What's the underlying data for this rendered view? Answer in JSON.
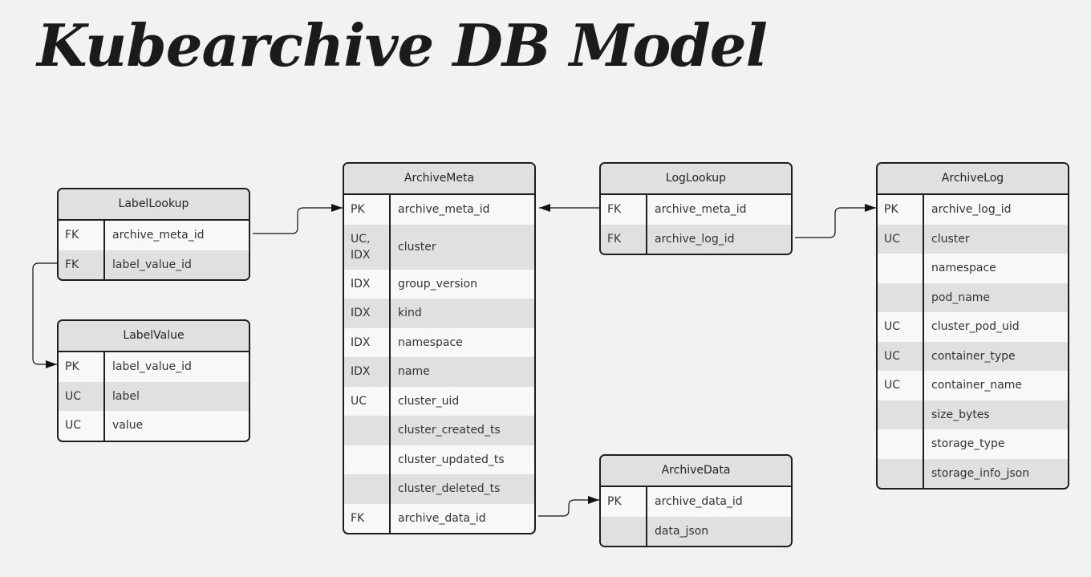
{
  "title": "Kubearchive DB Model",
  "entities": {
    "label_lookup": {
      "name": "LabelLookup",
      "columns": [
        {
          "key": "FK",
          "name": "archive_meta_id"
        },
        {
          "key": "FK",
          "name": "label_value_id"
        }
      ]
    },
    "label_value": {
      "name": "LabelValue",
      "columns": [
        {
          "key": "PK",
          "name": "label_value_id"
        },
        {
          "key": "UC",
          "name": "label"
        },
        {
          "key": "UC",
          "name": "value"
        }
      ]
    },
    "archive_meta": {
      "name": "ArchiveMeta",
      "columns": [
        {
          "key": "PK",
          "name": "archive_meta_id"
        },
        {
          "key": "UC,\nIDX",
          "name": "cluster"
        },
        {
          "key": "IDX",
          "name": "group_version"
        },
        {
          "key": "IDX",
          "name": "kind"
        },
        {
          "key": "IDX",
          "name": "namespace"
        },
        {
          "key": "IDX",
          "name": "name"
        },
        {
          "key": "UC",
          "name": "cluster_uid"
        },
        {
          "key": "",
          "name": "cluster_created_ts"
        },
        {
          "key": "",
          "name": "cluster_updated_ts"
        },
        {
          "key": "",
          "name": "cluster_deleted_ts"
        },
        {
          "key": "FK",
          "name": "archive_data_id"
        }
      ]
    },
    "log_lookup": {
      "name": "LogLookup",
      "columns": [
        {
          "key": "FK",
          "name": "archive_meta_id"
        },
        {
          "key": "FK",
          "name": "archive_log_id"
        }
      ]
    },
    "archive_data": {
      "name": "ArchiveData",
      "columns": [
        {
          "key": "PK",
          "name": "archive_data_id"
        },
        {
          "key": "",
          "name": "data_json"
        }
      ]
    },
    "archive_log": {
      "name": "ArchiveLog",
      "columns": [
        {
          "key": "PK",
          "name": "archive_log_id"
        },
        {
          "key": "UC",
          "name": "cluster"
        },
        {
          "key": "",
          "name": "namespace"
        },
        {
          "key": "",
          "name": "pod_name"
        },
        {
          "key": "UC",
          "name": "cluster_pod_uid"
        },
        {
          "key": "UC",
          "name": "container_type"
        },
        {
          "key": "UC",
          "name": "container_name"
        },
        {
          "key": "",
          "name": "size_bytes"
        },
        {
          "key": "",
          "name": "storage_type"
        },
        {
          "key": "",
          "name": "storage_info_json"
        }
      ]
    }
  }
}
